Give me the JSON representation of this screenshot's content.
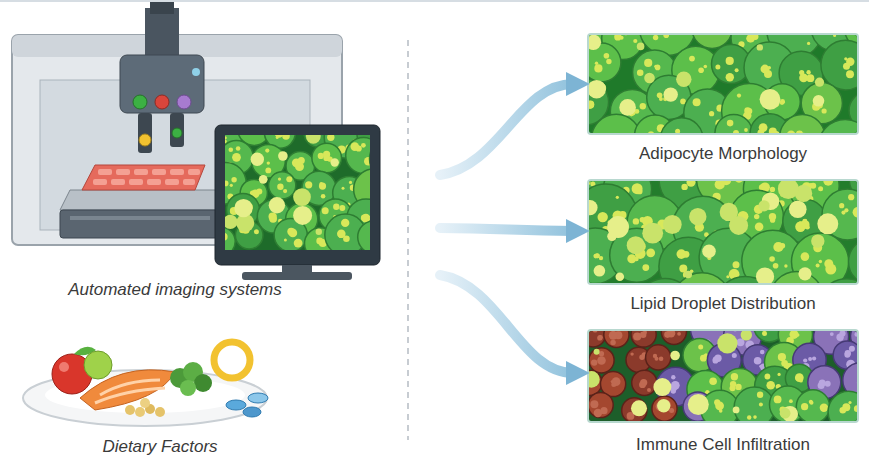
{
  "diagram": {
    "nodes": [
      {
        "text": [
          "Automated imaging systems"
        ]
      },
      {
        "text": [
          "Dietary Factors"
        ]
      },
      {
        "text": [
          "Adipocyte Morphology"
        ]
      },
      {
        "text": [
          "Lipid Droplet Distribution"
        ]
      },
      {
        "text": [
          "Immune Cell Infiltration"
        ]
      }
    ],
    "edges": [
      {
        "from": 0,
        "to": 2,
        "arrow": "to"
      },
      {
        "from": 0,
        "to": 3,
        "arrow": "to"
      },
      {
        "from": 0,
        "to": 4,
        "arrow": "to"
      }
    ]
  }
}
